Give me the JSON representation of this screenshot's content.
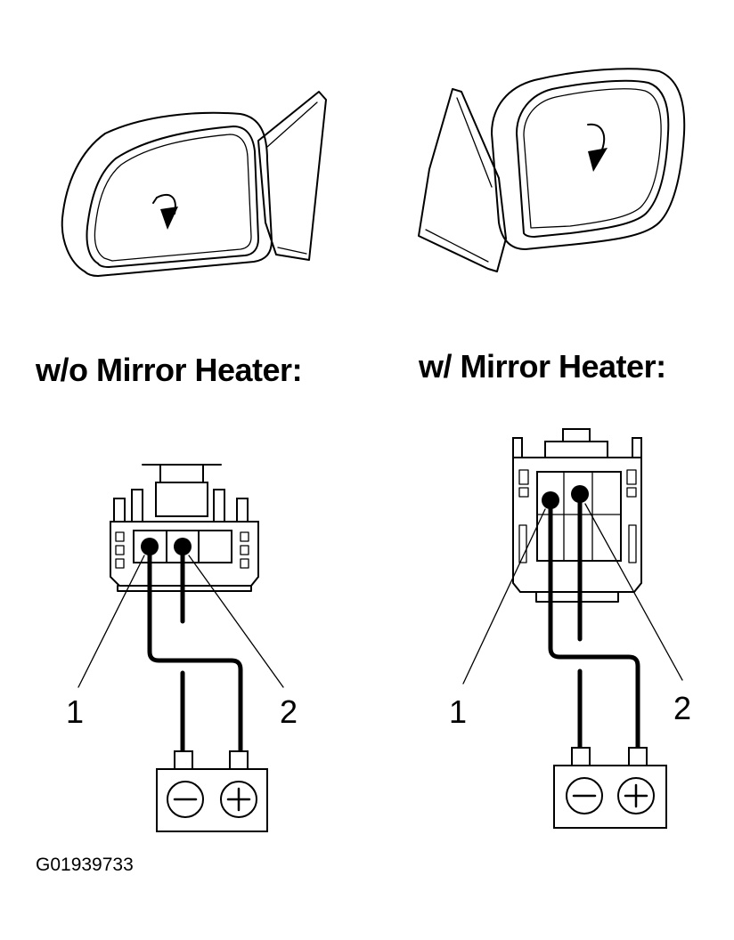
{
  "headings": {
    "without_heater": "w/o Mirror Heater:",
    "with_heater": "w/ Mirror Heater:"
  },
  "pins": {
    "left_pin1": "1",
    "left_pin2": "2",
    "right_pin1": "1",
    "right_pin2": "2"
  },
  "figure_code": "G01939733",
  "battery": {
    "negative_symbol": "minus",
    "positive_symbol": "plus"
  }
}
